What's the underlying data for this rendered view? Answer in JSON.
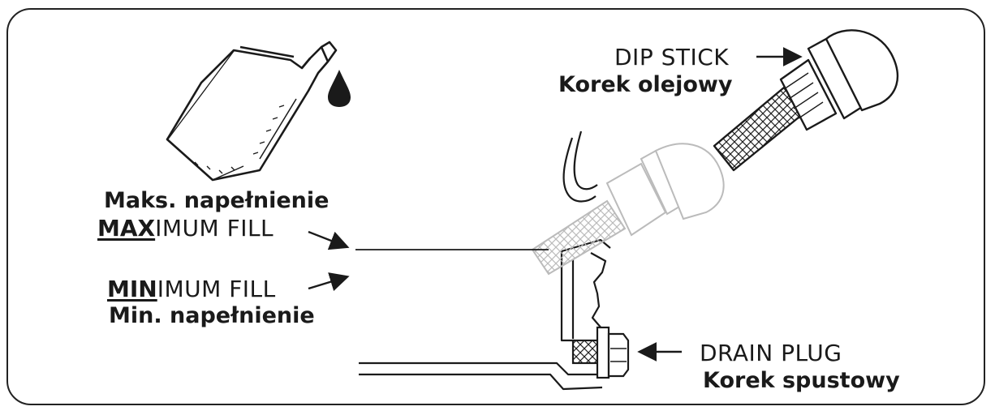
{
  "labels": {
    "max_fill_pl": "Maks. napełnienie",
    "max_fill_en_emph": "MAX",
    "max_fill_en_rest": "IMUM FILL",
    "min_fill_en_emph": "MIN",
    "min_fill_en_rest": "IMUM FILL",
    "min_fill_pl": "Min. napełnienie",
    "dipstick_en": "DIP STICK",
    "dipstick_pl": "Korek olejowy",
    "drain_plug_en": "DRAIN PLUG",
    "drain_plug_pl": "Korek spustowy"
  },
  "icons": [
    "oil-bottle-icon",
    "oil-drop-icon",
    "dipstick-icon",
    "drain-plug-icon",
    "crankcase-icon"
  ],
  "colors": {
    "ink": "#1a1a1a",
    "ghost": "#bbbbbb"
  }
}
